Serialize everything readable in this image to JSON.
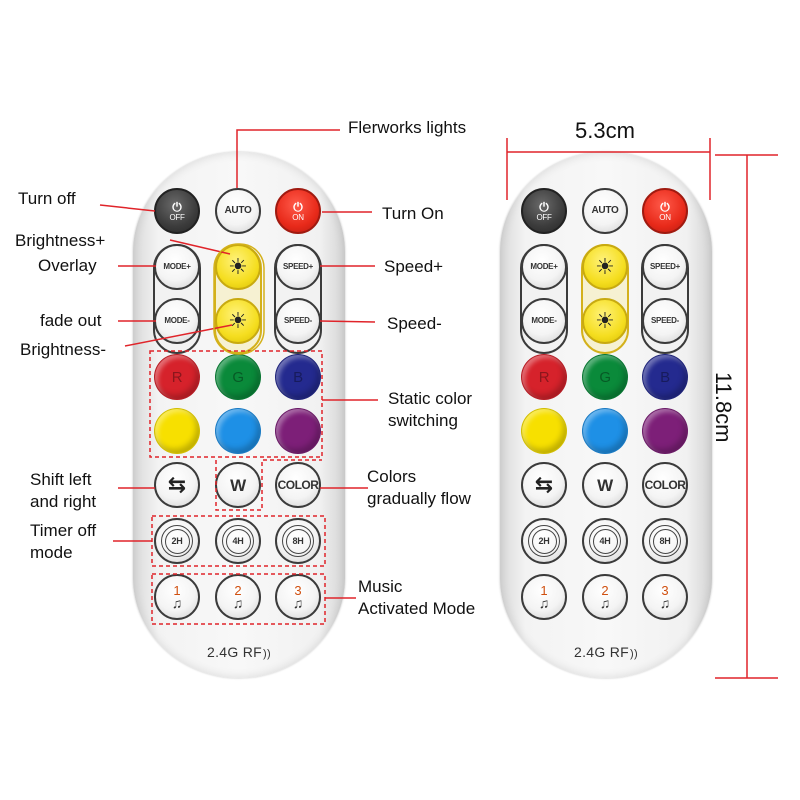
{
  "remote": {
    "off_label": "OFF",
    "auto_label": "AUTO",
    "on_label": "ON",
    "mode_plus_label": "MODE+",
    "mode_minus_label": "MODE-",
    "speed_plus_label": "SPEED+",
    "speed_minus_label": "SPEED-",
    "r_label": "R",
    "g_label": "G",
    "b_label": "B",
    "w_label": "W",
    "color_label": "COLOR",
    "timer_2h": "2H",
    "timer_4h": "4H",
    "timer_8h": "8H",
    "music_1": "1",
    "music_2": "2",
    "music_3": "3",
    "brand": "2.4G RF",
    "colors": {
      "red": "#d6222b",
      "green": "#0a8a3a",
      "blue": "#242a8f",
      "yellow": "#f7e000",
      "light_blue": "#1e90e6",
      "purple": "#7d1f78"
    }
  },
  "callouts": {
    "fireworks": "Flerworks lights",
    "turn_off": "Turn off",
    "turn_on": "Turn On",
    "brightness_plus": "Brightness+",
    "overlay": "Overlay",
    "speed_plus": "Speed+",
    "fade_out": "fade out",
    "speed_minus": "Speed-",
    "brightness_minus": "Brightness-",
    "static_color_1": "Static color",
    "static_color_2": "switching",
    "shift_1": "Shift left",
    "shift_2": "and right",
    "colors_flow_1": "Colors",
    "colors_flow_2": "gradually flow",
    "timer_1": "Timer off",
    "timer_2": "mode",
    "music_1": "Music",
    "music_2": "Activated Mode"
  },
  "dimensions": {
    "width": "5.3cm",
    "height": "11.8cm"
  },
  "accent_colors": {
    "annotation_red": "#e0242a"
  }
}
